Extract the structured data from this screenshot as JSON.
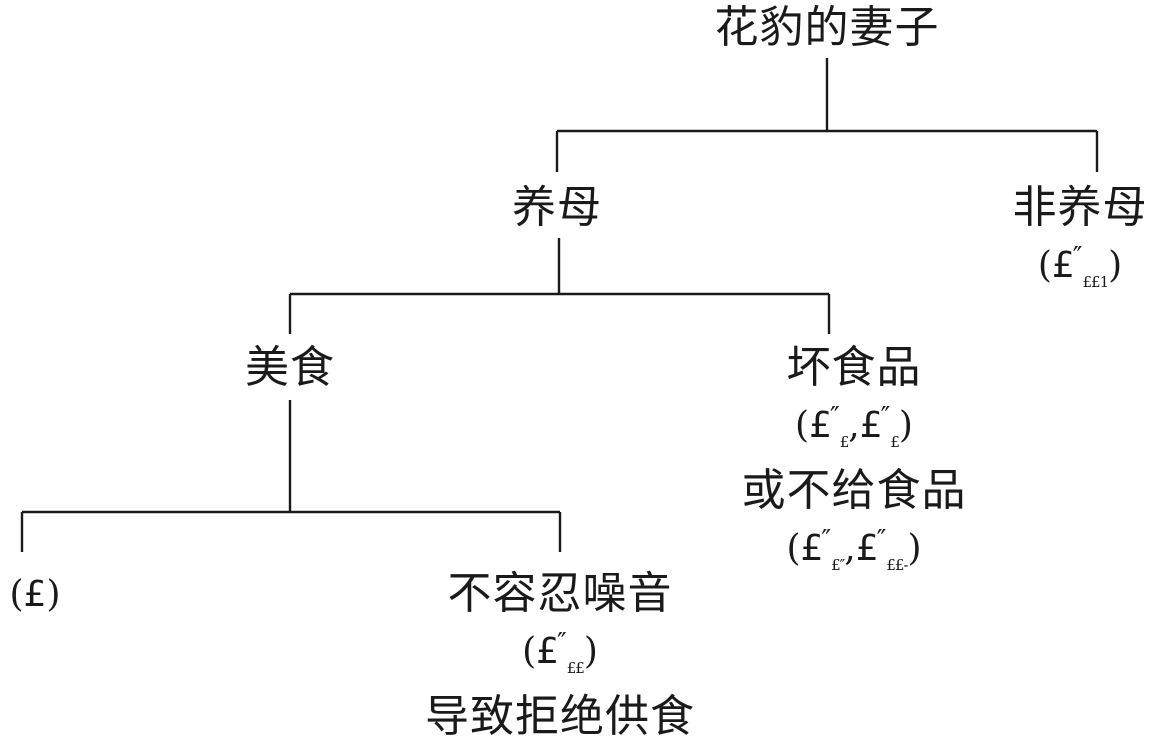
{
  "tree": {
    "root": {
      "label": "花豹的妻子"
    },
    "adopter": {
      "label": "养母"
    },
    "non_adopter": {
      "label": "非养母",
      "payoff": {
        "open": "(",
        "sym": "£",
        "prime": "″",
        "sub": "££1",
        "close": ")"
      }
    },
    "good_food": {
      "label": "美食"
    },
    "bad_food": {
      "label": "坏食品",
      "payoff": {
        "open": "(",
        "sym_a": "£",
        "prime_a": "″",
        "sub_a": "£",
        "sep": ",",
        "sym_b": "£",
        "prime_b": "″",
        "sub_b": "£",
        "close": ")"
      }
    },
    "no_food": {
      "label": "或不给食品",
      "payoff": {
        "open": "(",
        "sym_a": "£",
        "prime_a": "″",
        "sub_a": "£″",
        "sep": ",",
        "sym_b": "£",
        "prime_b": "″",
        "sub_b": "££-",
        "close": ")"
      }
    },
    "tolerant": {
      "payoff": {
        "open": "(",
        "sym": "£",
        "close": ")"
      }
    },
    "intolerant": {
      "label": "不容忍噪音",
      "payoff": {
        "open": "(",
        "sym": "£",
        "prime": "″",
        "sub": "££",
        "close": ")"
      },
      "note": "导致拒绝供食"
    }
  }
}
